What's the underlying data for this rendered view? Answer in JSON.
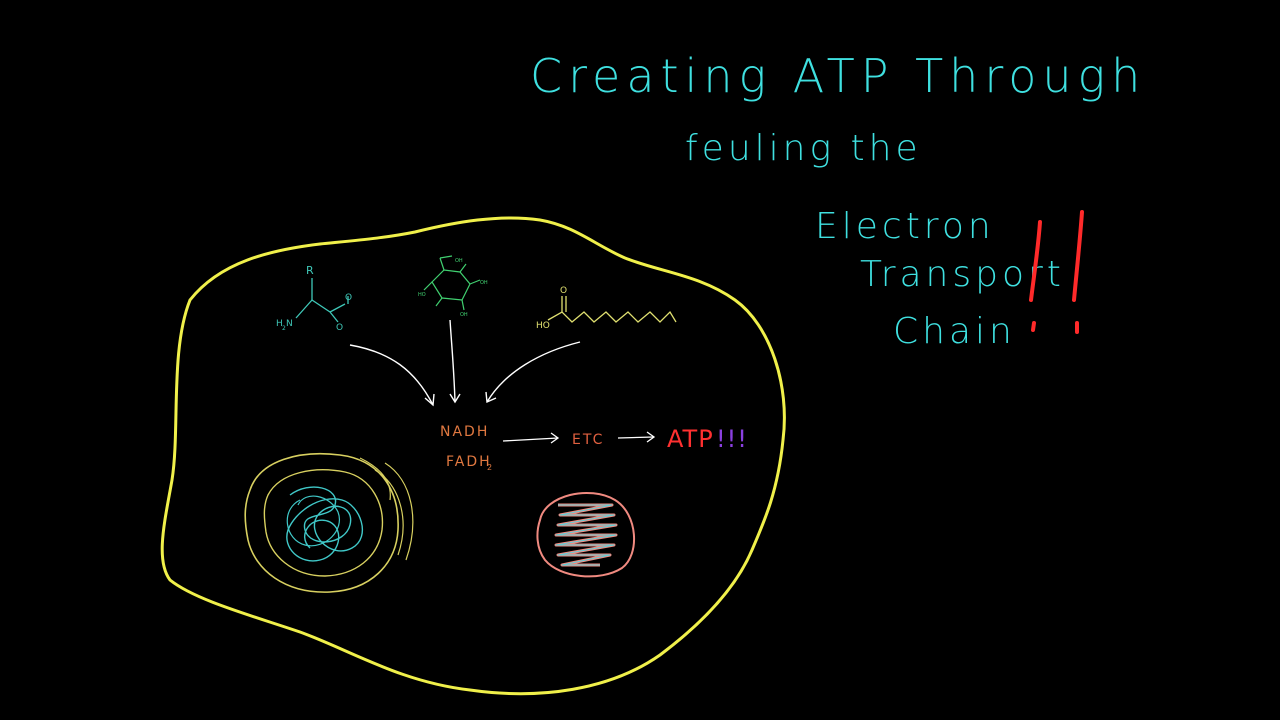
{
  "title": {
    "line1": "Creating  ATP  Through",
    "line2": "feuling  the",
    "etc_line1": "Electron",
    "etc_line2": "Transport",
    "etc_line3": "Chain",
    "exclaim": "!!"
  },
  "pathway": {
    "nadh": "NADH",
    "fadh": "FADH",
    "fadh_sub": "2",
    "etc": "ETC",
    "atp": "ATP",
    "atp_exclaim": "!!!"
  },
  "molecules": {
    "amino_r": "R",
    "amino_h": "H",
    "amino_n": "N",
    "amino_sub": "2",
    "amino_o1": "O",
    "amino_o2": "O",
    "fatty_ho": "HO",
    "fatty_o": "O"
  },
  "colors": {
    "background": "#000000",
    "title": "#3fe0e0",
    "cell_membrane": "#f0f04a",
    "nucleus_outer": "#d8d060",
    "nucleus_inner": "#40c8c8",
    "mitochondrion": "#f08a80",
    "cristae": "#60d0d8",
    "nadh": "#e07840",
    "etc": "#e06040",
    "atp": "#ff3030",
    "exclaim": "#ff2a2a",
    "arrows": "#ffffff",
    "amino_acid": "#3fc8b8",
    "glucose": "#40d070",
    "fatty_acid": "#e0e070"
  }
}
